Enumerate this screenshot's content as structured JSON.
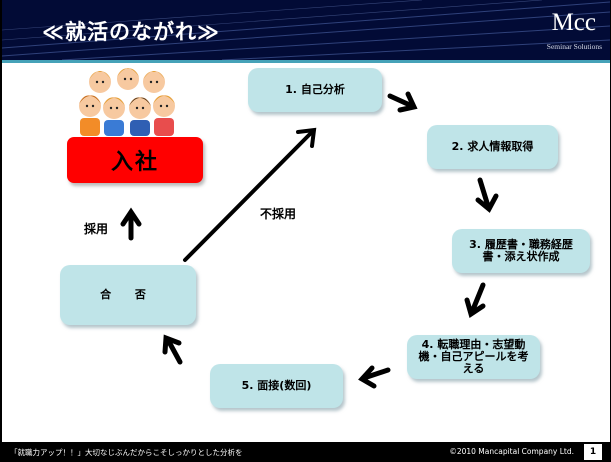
{
  "header": {
    "title": "≪就活のながれ≫",
    "brand": "Mcc",
    "brand_sub": "Seminar Solutions"
  },
  "flow": {
    "step1": "1. 自己分析",
    "step2": "2. 求人情報取得",
    "step3": "3. 履歴書・職務経歴書・添え状作成",
    "step4": "4. 転職理由・志望動機・自己アピールを考える",
    "step5": "5. 面接(数回)",
    "result": "合 否",
    "join": "入社",
    "hire_label": "採用",
    "nohire_label": "不採用"
  },
  "footer": {
    "left_text": "「就職力アップ！！」大切なじぶんだからこそしっかりとした分析を",
    "copyright": "©2010 Mancapital Company Ltd.",
    "page": "1"
  },
  "colors": {
    "header_bg": "#020b36",
    "box_bg": "#bfe4e8",
    "join_bg": "#ff0000"
  }
}
